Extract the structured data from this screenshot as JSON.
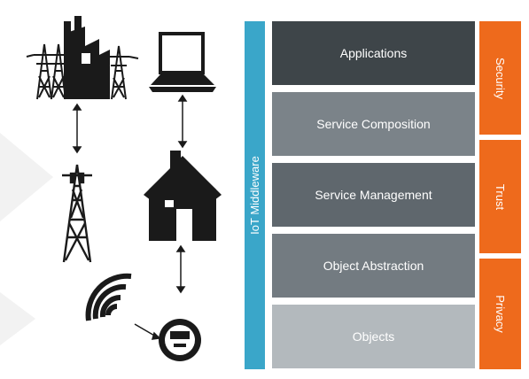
{
  "middleware": {
    "label": "IoT Middleware",
    "color": "#3aa6c9"
  },
  "layers": [
    {
      "label": "Applications",
      "color": "#3e4549"
    },
    {
      "label": "Service Composition",
      "color": "#7b8389"
    },
    {
      "label": "Service Management",
      "color": "#5f676d"
    },
    {
      "label": "Object Abstraction",
      "color": "#737b81"
    },
    {
      "label": "Objects",
      "color": "#b3b9bd"
    }
  ],
  "side_labels": [
    {
      "label": "Security",
      "color": "#ee6a1c"
    },
    {
      "label": "Trust",
      "color": "#ee6a1c"
    },
    {
      "label": "Privacy",
      "color": "#ee6a1c"
    }
  ],
  "icons": [
    "power-grid-icon",
    "factory-icon",
    "laptop-icon",
    "cell-tower-icon",
    "house-icon",
    "wireless-signal-icon",
    "smart-meter-icon"
  ]
}
